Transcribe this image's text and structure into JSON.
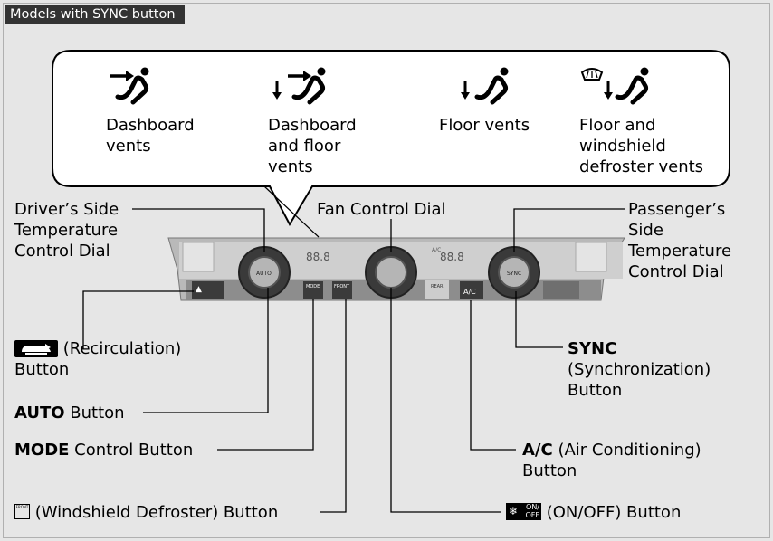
{
  "header": {
    "tab_label": "Models with SYNC button"
  },
  "vent_modes": [
    {
      "label_lines": [
        "Dashboard",
        "vents"
      ]
    },
    {
      "label_lines": [
        "Dashboard",
        "and floor",
        "vents"
      ]
    },
    {
      "label_lines": [
        "Floor vents"
      ]
    },
    {
      "label_lines": [
        "Floor and",
        "windshield",
        "defroster vents"
      ]
    }
  ],
  "panel": {
    "left_display": "88.8",
    "right_display": "88.8",
    "right_display_small": "A/C",
    "mode_small": "MODE",
    "front_small": "FRONT",
    "rear_small": "REAR",
    "ac_button": "A/C",
    "auto_dial": "AUTO",
    "sync_dial": "SYNC"
  },
  "callouts": {
    "driver_dial": [
      "Driver’s Side",
      "Temperature",
      "Control Dial"
    ],
    "fan_dial": "Fan Control Dial",
    "passenger_dial": [
      "Passenger’s",
      "Side",
      "Temperature",
      "Control Dial"
    ],
    "recirculation": {
      "text": " (Recirculation)",
      "line2": "Button",
      "icon": "recirculation-icon"
    },
    "auto": {
      "bold": "AUTO",
      "rest": " Button"
    },
    "mode": {
      "bold": "MODE",
      "rest": " Control Button"
    },
    "defroster": {
      "rest": " (Windshield Defroster) Button",
      "icon": "front-defrost-icon",
      "icon_text": "FRONT"
    },
    "sync": {
      "bold": "SYNC",
      "line2": "(Synchronization)",
      "line3": "Button"
    },
    "ac": {
      "bold": "A/C",
      "rest": " (Air Conditioning)",
      "line2": "Button"
    },
    "onoff": {
      "rest": " (ON/OFF) Button",
      "icon": "fan-onoff-icon",
      "icon_text_top": "ON/",
      "icon_text_bottom": "OFF"
    }
  }
}
